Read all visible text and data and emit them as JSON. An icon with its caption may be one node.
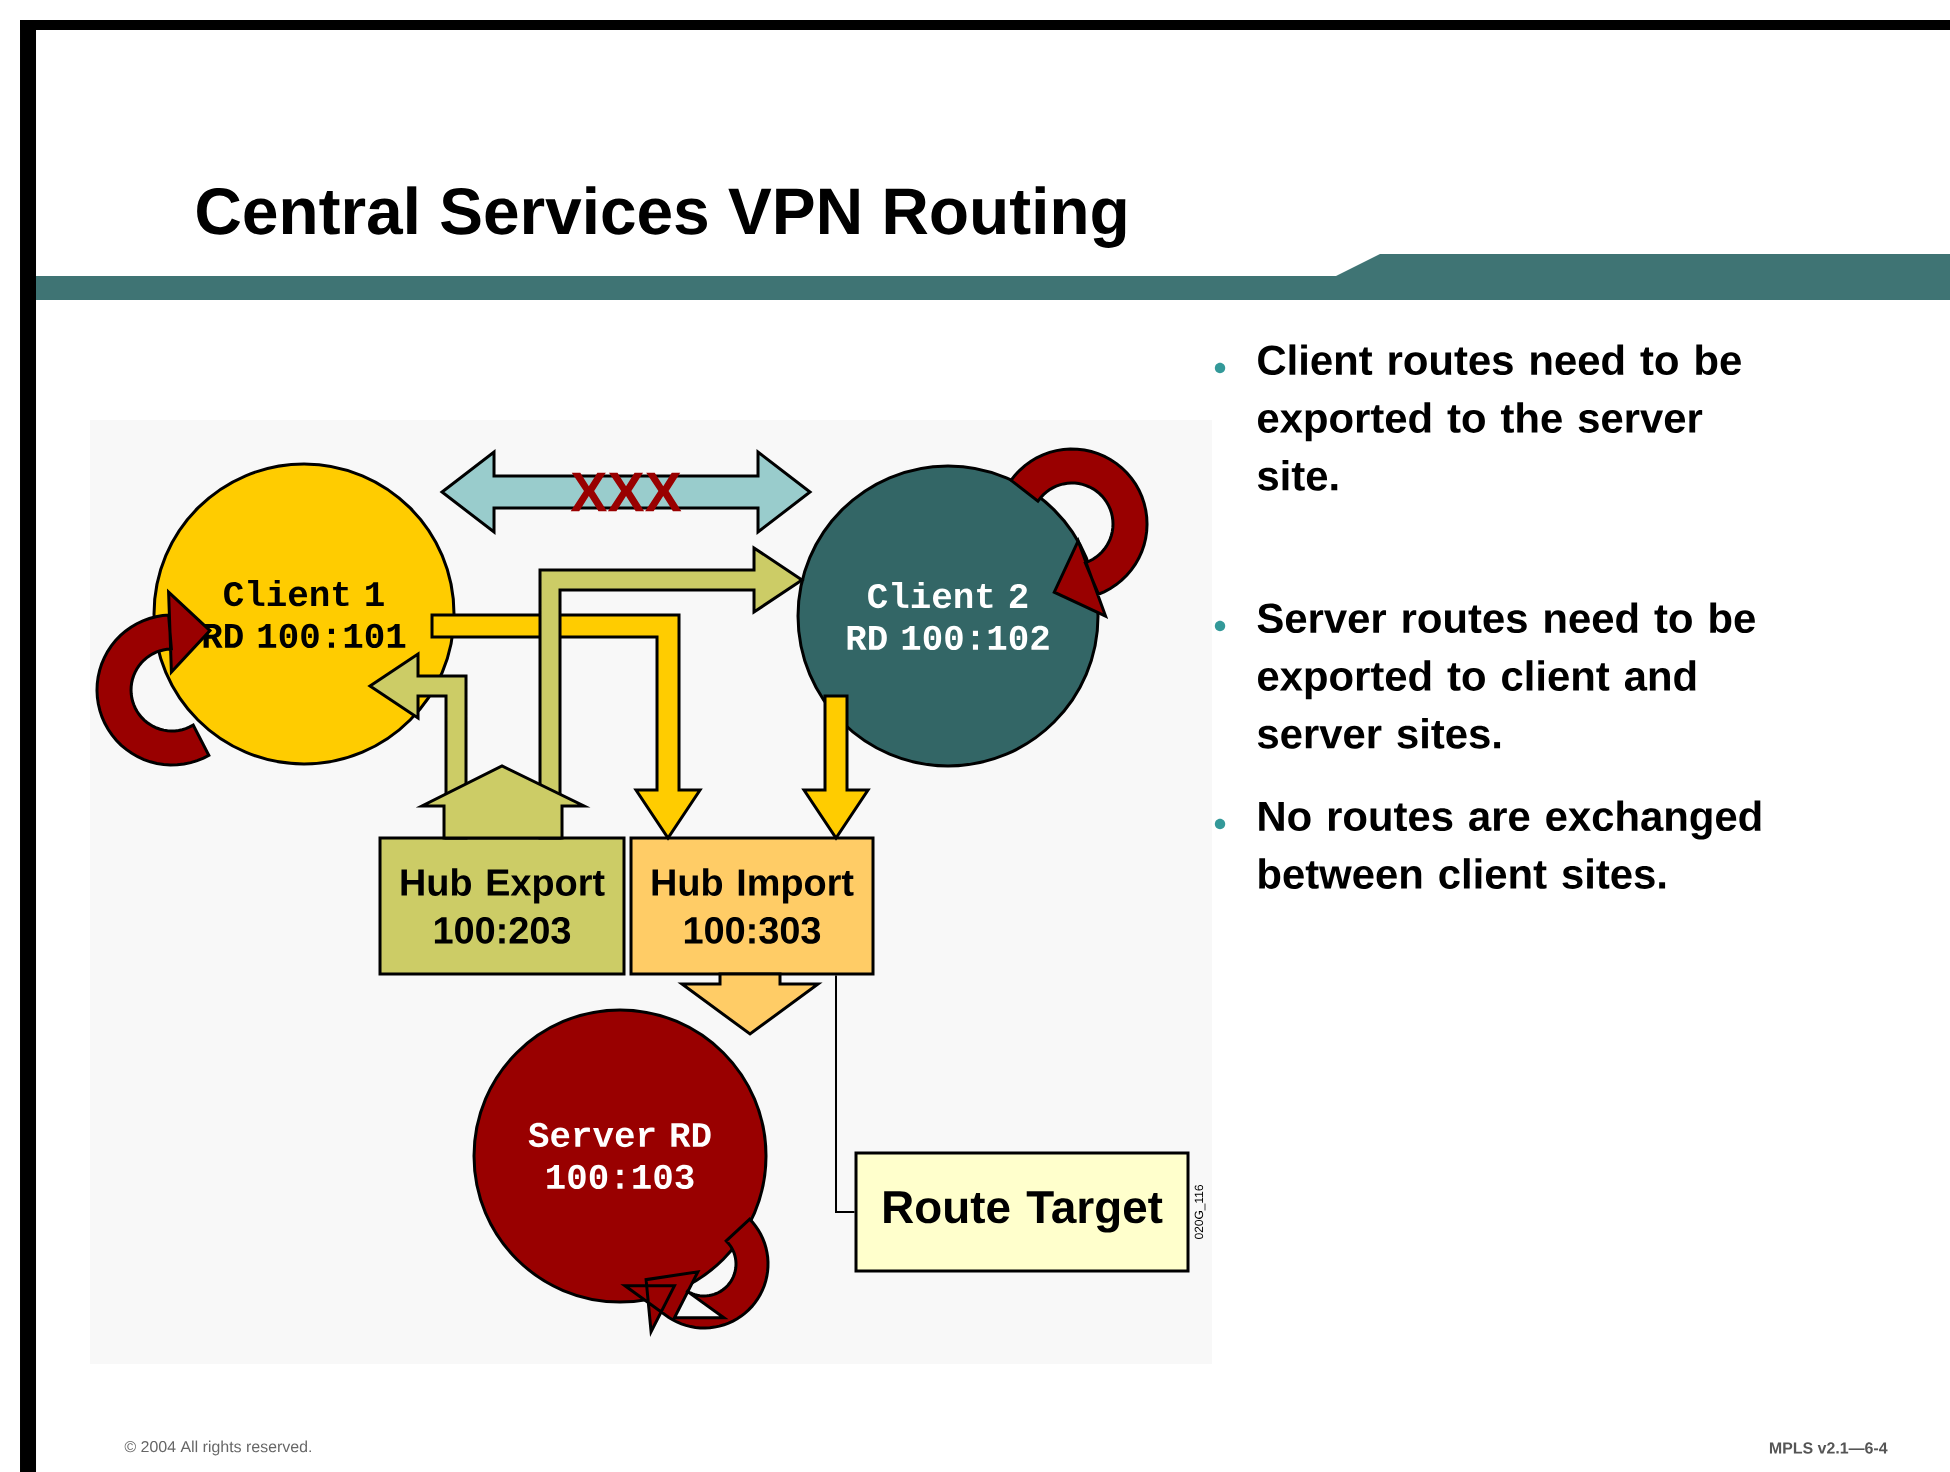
{
  "diagram": {
    "title": "Central Services VPN Routing",
    "nodes": [
      {
        "text": [
          "Client 1 RD 100:101"
        ]
      },
      {
        "text": [
          "Client 2 RD 100:102"
        ]
      },
      {
        "text": [
          "Hub Export 100:203"
        ]
      },
      {
        "text": [
          "Hub Import 100:303"
        ]
      },
      {
        "text": [
          "Server RD 100:103"
        ]
      },
      {
        "text": [
          "Route Target"
        ]
      }
    ],
    "edges": [
      {
        "from": 0,
        "to": 1,
        "arrow": "both",
        "label": "XXX",
        "color": "#99cccc"
      },
      {
        "from": 0,
        "to": 3,
        "arrow": "to",
        "color": "#ffcc00"
      },
      {
        "from": 1,
        "to": 3,
        "arrow": "to",
        "color": "#ffcc00"
      },
      {
        "from": 2,
        "to": 0,
        "arrow": "to",
        "color": "#cccc66"
      },
      {
        "from": 2,
        "to": 1,
        "arrow": "to",
        "color": "#cccc66"
      },
      {
        "from": 3,
        "to": 4,
        "arrow": "to",
        "color": "#ffcc66"
      },
      {
        "from": 5,
        "to": 3,
        "arrow": "none",
        "color": "#000000"
      }
    ],
    "labels": [
      "Client routes need to be exported to the server site.",
      "Server routes need to be exported to client and server sites.",
      "No routes are exchanged between client sites.",
      "020G_116",
      "© 2004 All rights reserved.",
      "MPLS v2.1—6-4"
    ]
  }
}
